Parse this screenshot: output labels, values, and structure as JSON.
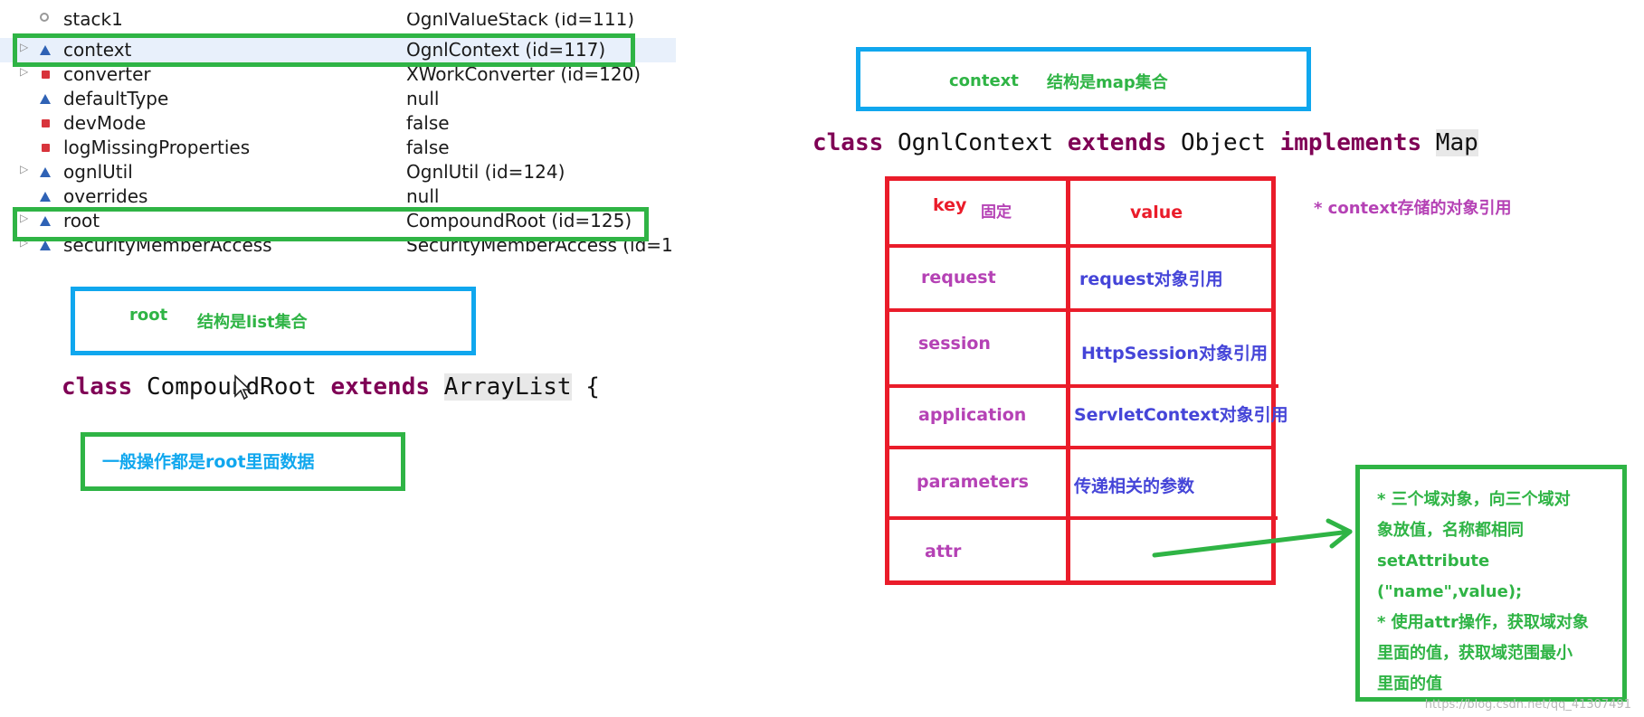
{
  "variables": [
    {
      "expander": "",
      "icon": "circle",
      "name": "stack1",
      "value": "OgnlValueStack  (id=111)"
    },
    {
      "expander": "▷",
      "icon": "triangle",
      "name": "context",
      "value": "OgnlContext  (id=117)"
    },
    {
      "expander": "▷",
      "icon": "square",
      "name": "converter",
      "value": "XWorkConverter  (id=120)"
    },
    {
      "expander": "",
      "icon": "triangle",
      "name": "defaultType",
      "value": "null"
    },
    {
      "expander": "",
      "icon": "square",
      "name": "devMode",
      "value": "false"
    },
    {
      "expander": "",
      "icon": "square",
      "name": "logMissingProperties",
      "value": "false"
    },
    {
      "expander": "▷",
      "icon": "triangle",
      "name": "ognlUtil",
      "value": "OgnlUtil  (id=124)"
    },
    {
      "expander": "",
      "icon": "triangle",
      "name": "overrides",
      "value": "null"
    },
    {
      "expander": "▷",
      "icon": "triangle",
      "name": "root",
      "value": "CompoundRoot  (id=125)"
    },
    {
      "expander": "▷",
      "icon": "triangle",
      "name": "securityMemberAccess",
      "value": "SecurityMemberAccess  (id=1"
    }
  ],
  "root_box": {
    "name": "root",
    "desc": "结构是list集合"
  },
  "root_code": {
    "kw1": "class",
    "name": "CompoundRoot",
    "kw2": "extends",
    "parent": "ArrayList",
    "brace": "{"
  },
  "root_note": "一般操作都是root里面数据",
  "context_box": {
    "name": "context",
    "desc": "结构是map集合"
  },
  "context_code": {
    "kw1": "class",
    "name": "OgnlContext",
    "kw2": "extends",
    "parent": "Object",
    "kw3": "implements",
    "iface": "Map"
  },
  "table": {
    "key_header": "key",
    "key_note": "固定",
    "value_header": "value",
    "rows": [
      {
        "key": "request",
        "value": "request对象引用"
      },
      {
        "key": "session",
        "value": "HttpSession对象引用"
      },
      {
        "key": "application",
        "value": "ServletContext对象引用"
      },
      {
        "key": "parameters",
        "value": "传递相关的参数"
      },
      {
        "key": "attr",
        "value": ""
      }
    ]
  },
  "context_note": "* context存储的对象引用",
  "attr_note": {
    "lines": [
      "* 三个域对象，向三个域对",
      "象放值，名称都相同",
      "setAttribute",
      "(\"name\",value);",
      "* 使用attr操作，获取域对象",
      "里面的值，获取域范围最小",
      "里面的值"
    ]
  },
  "watermark": "https://blog.csdn.net/qq_41307491",
  "colors": {
    "green": "#2fb445",
    "blue": "#10a7ee",
    "red": "#ea1c2a",
    "purple": "#b542b5",
    "indigo": "#4545d8",
    "keyword": "#7f0055"
  }
}
